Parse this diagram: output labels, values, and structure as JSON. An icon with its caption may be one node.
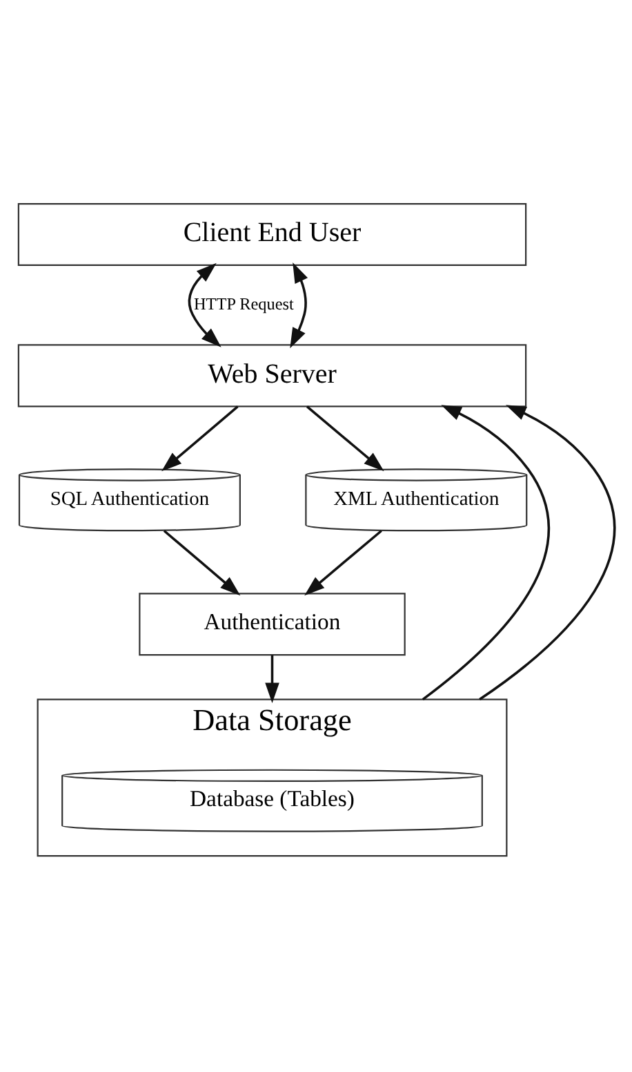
{
  "diagram": {
    "nodes": [
      {
        "text": [
          "Client End User"
        ]
      },
      {
        "text": [
          "Web Server"
        ]
      },
      {
        "text": [
          "SQL Authentication"
        ]
      },
      {
        "text": [
          "XML Authentication"
        ]
      },
      {
        "text": [
          "Authentication"
        ]
      },
      {
        "text": [
          "Data Storage"
        ]
      },
      {
        "text": [
          "Database (Tables)"
        ],
        "in": 5
      }
    ],
    "edges": [
      {
        "from": 0,
        "to": 1,
        "arrow": "both",
        "label": "HTTP Request"
      },
      {
        "from": 0,
        "to": 1,
        "arrow": "both"
      },
      {
        "from": 1,
        "to": 2,
        "arrow": "to"
      },
      {
        "from": 1,
        "to": 3,
        "arrow": "to"
      },
      {
        "from": 2,
        "to": 4,
        "arrow": "to"
      },
      {
        "from": 3,
        "to": 4,
        "arrow": "to"
      },
      {
        "from": 4,
        "to": 5,
        "arrow": "to"
      },
      {
        "from": 5,
        "to": 1,
        "arrow": "to"
      },
      {
        "from": 5,
        "to": 1,
        "arrow": "to"
      }
    ]
  }
}
